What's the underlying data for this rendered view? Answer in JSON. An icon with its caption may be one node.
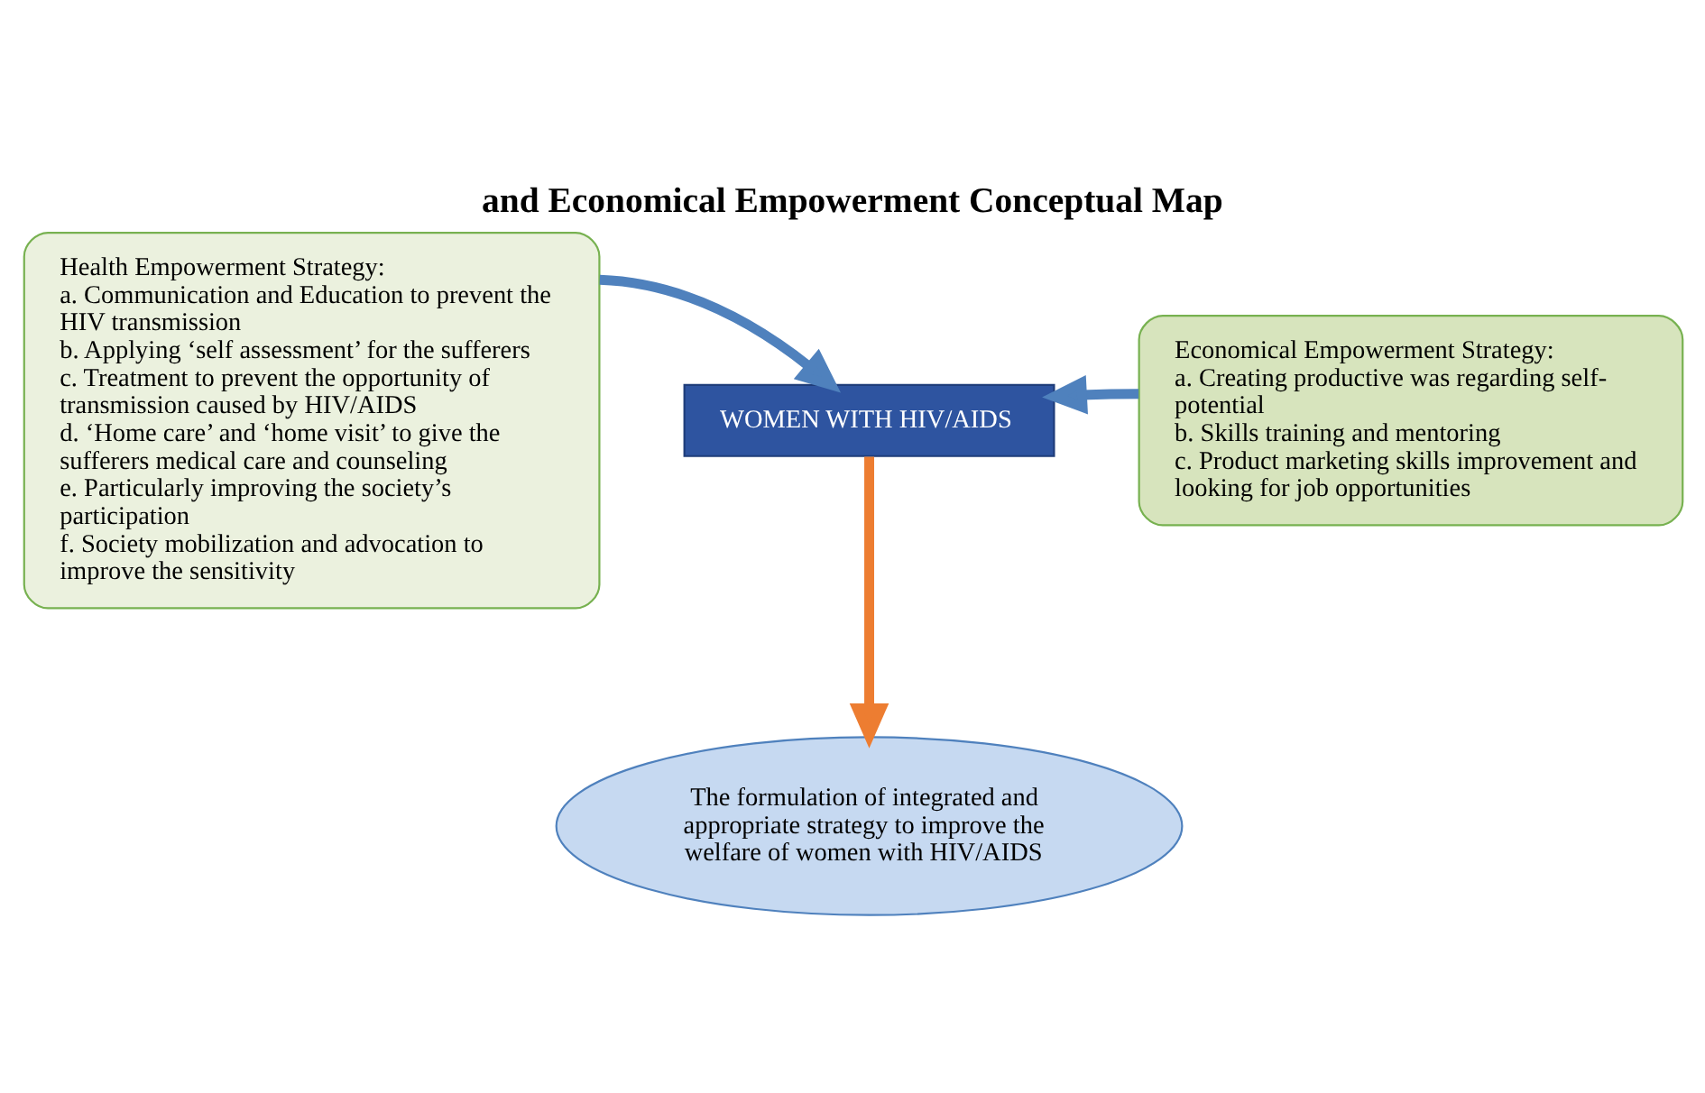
{
  "diagram": {
    "title": "and Economical Empowerment Conceptual Map",
    "nodes": [
      {
        "text": [
          "WOMEN WITH HIV/AIDS"
        ]
      },
      {
        "text": [
          "Health Empowerment Strategy:",
          "a. Communication and Education to prevent the HIV transmission",
          "b. Applying ‘self assessment’ for the sufferers",
          "c. Treatment to prevent the opportunity of transmission caused by HIV/AIDS",
          "d. ‘Home care’ and ‘home visit’ to give the sufferers medical care and counseling",
          "e. Particularly improving the society’s participation",
          "f. Society mobilization and advocation to improve the sensitivity"
        ]
      },
      {
        "text": [
          "Economical Empowerment Strategy:",
          "a. Creating productive was regarding self-potential",
          "b. Skills training and mentoring",
          "c. Product marketing skills improvement and looking for job opportunities"
        ]
      },
      {
        "text": [
          "The formulation of integrated and appropriate strategy to improve the welfare of women with HIV/AIDS"
        ]
      }
    ],
    "edges": [
      {
        "from": 1,
        "to": 0,
        "arrow": "to"
      },
      {
        "from": 2,
        "to": 0,
        "arrow": "to"
      },
      {
        "from": 0,
        "to": 3,
        "arrow": "to",
        "color": "#ed7d31"
      }
    ]
  }
}
